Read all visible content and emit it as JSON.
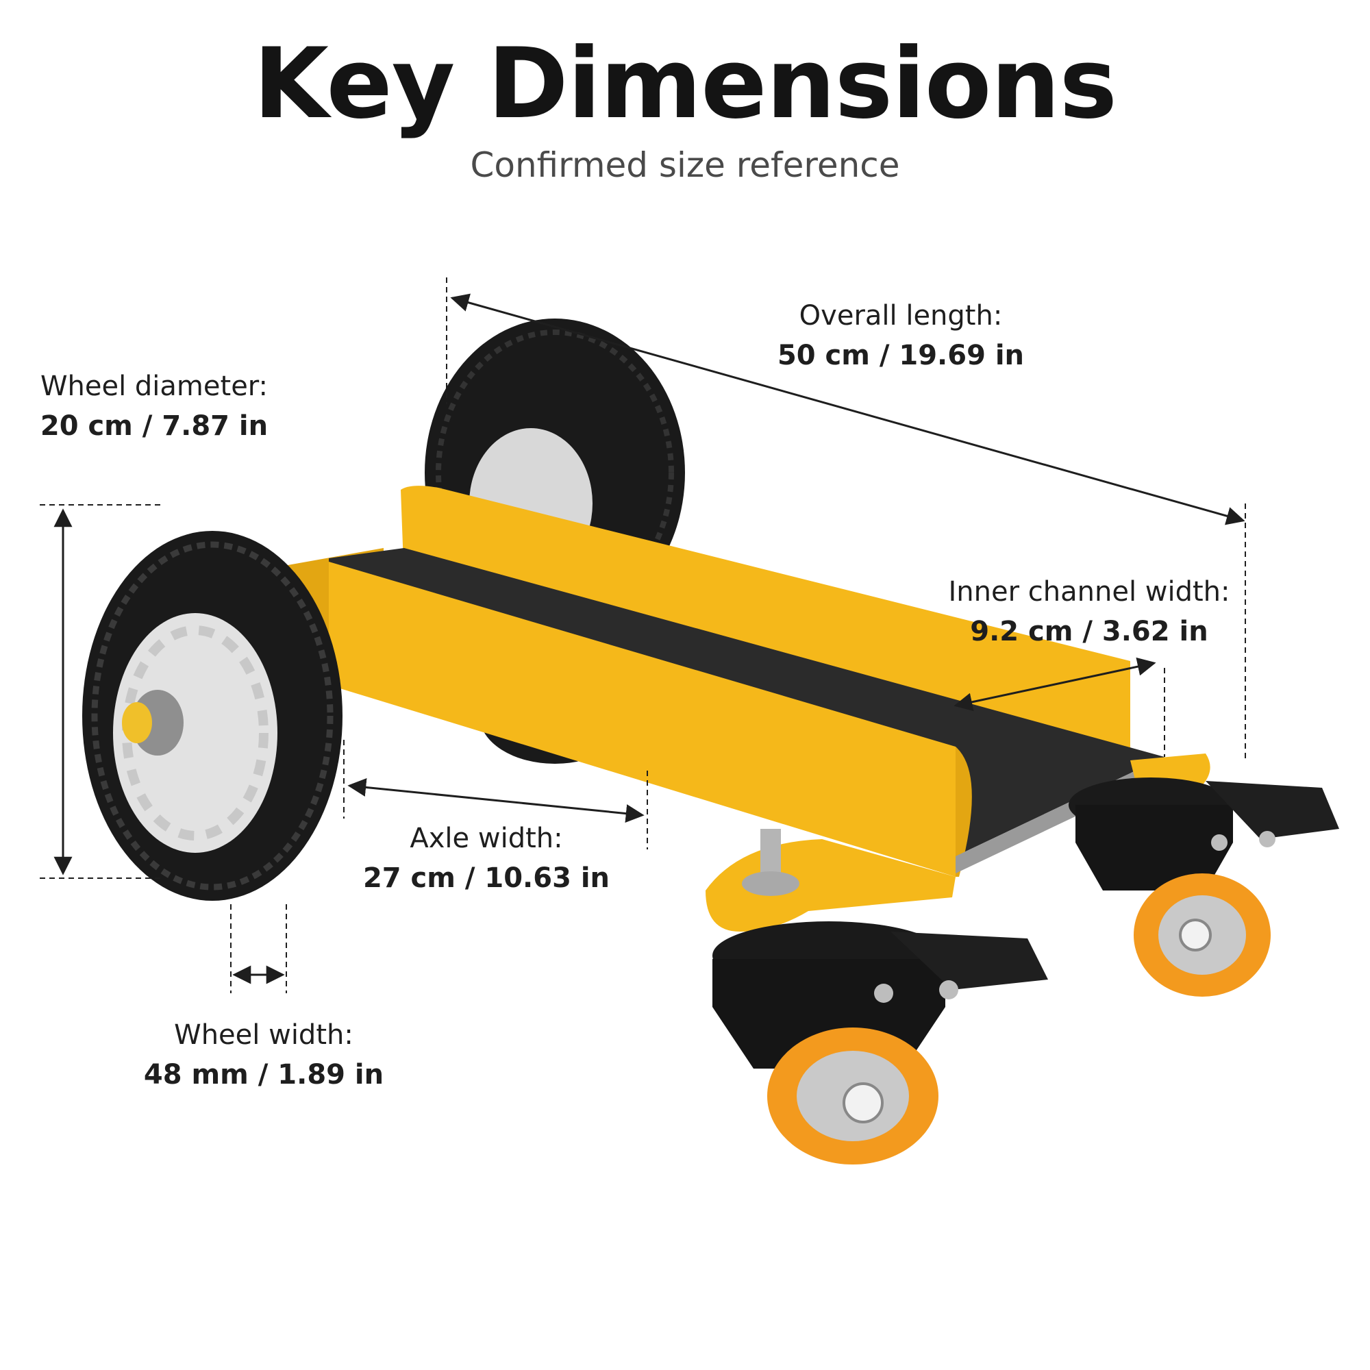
{
  "header": {
    "title": "Key Dimensions",
    "subtitle": "Confirmed size reference"
  },
  "dimensions": {
    "overall_length": {
      "label": "Overall length:",
      "value": "50 cm / 19.69 in"
    },
    "wheel_diameter": {
      "label": "Wheel diameter:",
      "value": "20 cm / 7.87 in"
    },
    "inner_channel_width": {
      "label": "Inner channel width:",
      "value": "9.2 cm / 3.62 in"
    },
    "axle_width": {
      "label": "Axle width:",
      "value": "27 cm / 10.63 in"
    },
    "wheel_width": {
      "label": "Wheel width:",
      "value": "48 mm / 1.89 in"
    }
  },
  "colors": {
    "frame_yellow": "#f5b81a",
    "channel_pad": "#2b2b2b",
    "tire_black": "#1a1a1a",
    "caster_orange": "#f39a1e",
    "hub_grey": "#dcdcdc"
  }
}
